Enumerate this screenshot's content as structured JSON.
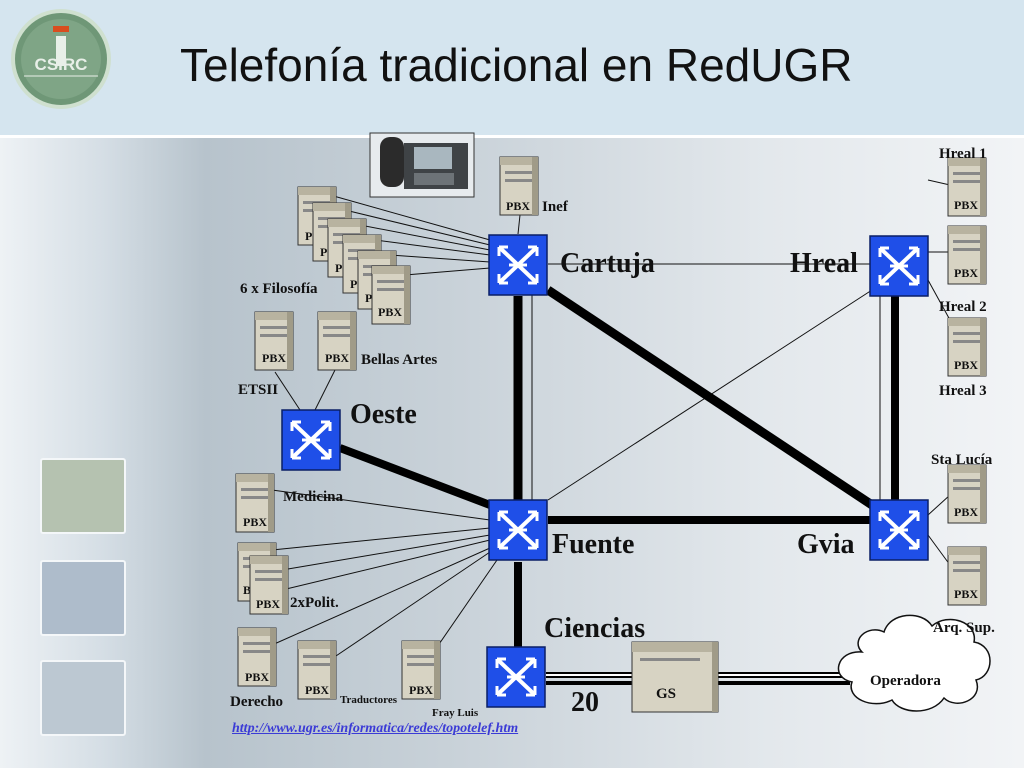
{
  "title": "Telefonía tradicional en RedUGR",
  "logo_text": "CSIRC",
  "colors": {
    "switch": "#1f4fe8",
    "link": "#000000",
    "header": "#d5e5ef",
    "url": "#3b3bd6"
  },
  "nodes": {
    "cartuja": "Cartuja",
    "hreal": "Hreal",
    "oeste": "Oeste",
    "fuente": "Fuente",
    "gvia": "Gvia",
    "ciencias": "Ciencias",
    "ciencias_count": "20"
  },
  "labels": {
    "inef": "Inef",
    "filosofia": "6 x Filosofía",
    "etsii": "ETSII",
    "bellas_artes": "Bellas Artes",
    "medicina": "Medicina",
    "politecnica": "2xPolit.",
    "derecho": "Derecho",
    "traductores": "Traductores",
    "fray_luis": "Fray Luis",
    "hreal1": "Hreal 1",
    "hreal2": "Hreal 2",
    "hreal3": "Hreal 3",
    "sta_lucia": "Sta Lucía",
    "arq_sup": "Arq. Sup.",
    "gs": "GS",
    "operadora": "Operadora",
    "pbx": "PBX",
    "pbx_partial": "P",
    "pbx_partial_b": "B"
  },
  "url": "http://www.ugr.es/informatica/redes/topotelef.htm"
}
